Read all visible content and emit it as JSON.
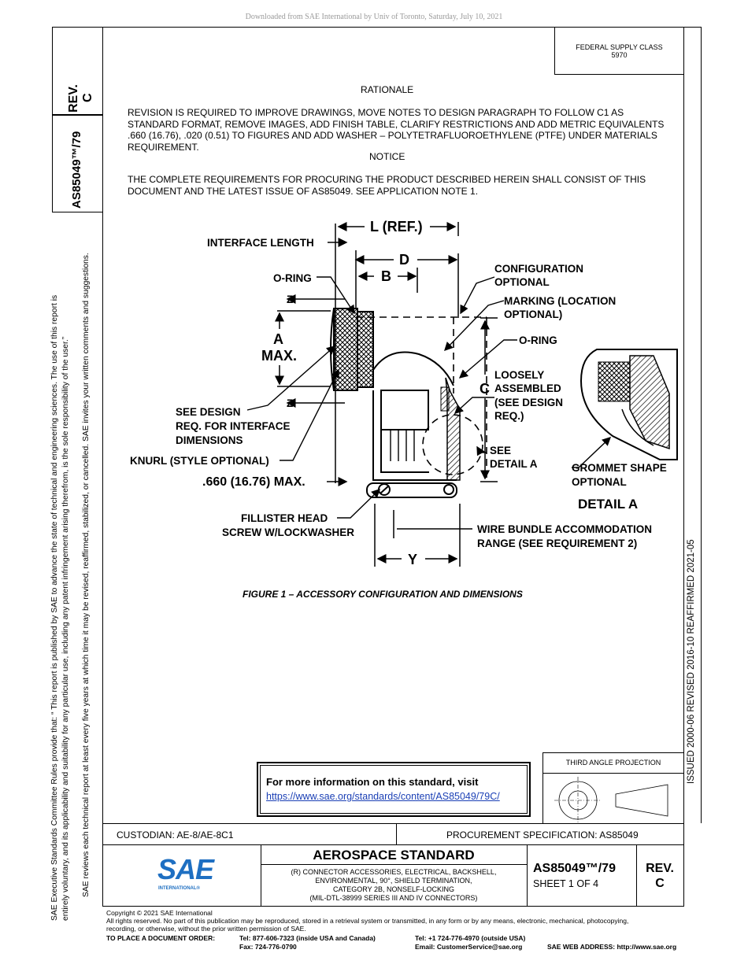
{
  "download_note": "Downloaded from SAE International by Univ of Toronto, Saturday, July 10, 2021",
  "left_block": {
    "rev_label": "REV.",
    "rev_value": "C",
    "doc_number": "AS85049™/79",
    "disclaimer_line1": "SAE Executive Standards Committee Rules provide that: “ This report is published by SAE to advance the state of technical and engineering sciences. The use of this report is",
    "disclaimer_line2": "entirely voluntary, and its applicability and suitability for any particular use, including any patent infringement arising therefrom, is the sole responsibility of the user.”",
    "disclaimer_line3": "SAE reviews each technical report at least every five years at which time it may be revised, reaffirmed, stabilized, or cancelled. SAE invites your written comments and suggestions."
  },
  "right_strip": {
    "history": "ISSUED 2000-06     REVISED 2016-10     REAFFIRMED 2021-05"
  },
  "supply_class": {
    "label": "FEDERAL SUPPLY CLASS",
    "value": "5970"
  },
  "rationale": {
    "heading": "RATIONALE",
    "text": "REVISION IS REQUIRED TO IMPROVE DRAWINGS, MOVE NOTES TO DESIGN PARAGRAPH TO FOLLOW C1 AS STANDARD FORMAT, REMOVE IMAGES, ADD FINISH TABLE, CLARIFY RESTRICTIONS AND ADD METRIC EQUIVALENTS .660 (16.76), .020 (0.51) TO FIGURES AND ADD WASHER – POLYTETRAFLUOROETHYLENE (PTFE) UNDER MATERIALS REQUIREMENT."
  },
  "notice": {
    "heading": "NOTICE",
    "text": "THE COMPLETE REQUIREMENTS FOR PROCURING THE PRODUCT DESCRIBED HEREIN SHALL CONSIST OF THIS DOCUMENT AND THE LATEST ISSUE OF AS85049. SEE APPLICATION NOTE 1."
  },
  "figure": {
    "caption": "FIGURE 1 – ACCESSORY CONFIGURATION AND DIMENSIONS",
    "labels": {
      "l_ref": "L (REF.)",
      "interface_length": "INTERFACE LENGTH",
      "d": "D",
      "b": "B",
      "o_ring_left": "O-RING",
      "z_top": "Z",
      "z_bottom": "Z",
      "a": "A",
      "a_max": "MAX.",
      "config_1": "CONFIGURATION",
      "config_2": "OPTIONAL",
      "marking_1": "MARKING (LOCATION",
      "marking_2": "OPTIONAL)",
      "o_ring_right": "O-RING",
      "c": "C",
      "loosely_1": "LOOSELY",
      "loosely_2": "ASSEMBLED",
      "loosely_3": "(SEE DESIGN",
      "loosely_4": "REQ.)",
      "see_design_1": "SEE DESIGN",
      "see_design_2": "REQ. FOR INTERFACE",
      "see_design_3": "DIMENSIONS",
      "knurl": "KNURL (STYLE OPTIONAL)",
      "max660": ".660 (16.76) MAX.",
      "see_detail_1": "SEE",
      "see_detail_2": "DETAIL A",
      "grommet_1": "GROMMET SHAPE",
      "grommet_2": "OPTIONAL",
      "detail_a": "DETAIL A",
      "fillister_1": "FILLISTER HEAD",
      "fillister_2": "SCREW W/LOCKWASHER",
      "wire_1": "WIRE BUNDLE ACCOMMODATION",
      "wire_2": "RANGE (SEE REQUIREMENT 2)",
      "y": "Y"
    }
  },
  "more_info": {
    "text": "For more information on this standard, visit",
    "link": "https://www.sae.org/standards/content/AS85049/79C/"
  },
  "projection": {
    "label": "THIRD ANGLE PROJECTION"
  },
  "title_block": {
    "custodian": "CUSTODIAN: AE-8/AE-8C1",
    "procurement": "PROCUREMENT SPECIFICATION: AS85049",
    "standard_type": "AEROSPACE STANDARD",
    "title_line1": "(R) CONNECTOR ACCESSORIES, ELECTRICAL, BACKSHELL,",
    "title_line2": "ENVIRONMENTAL, 90°, SHIELD TERMINATION,",
    "title_line3": "CATEGORY 2B, NONSELF-LOCKING",
    "title_line4": "(MIL-DTL-38999 SERIES III AND IV CONNECTORS)",
    "doc_number": "AS85049™/79",
    "sheet": "SHEET 1 OF 4",
    "rev_label": "REV.",
    "rev_value": "C",
    "logo_text": "SAE",
    "logo_sub": "INTERNATIONAL®"
  },
  "footer": {
    "copyright": "Copyright © 2021 SAE International",
    "rights": "All rights reserved. No part of this publication may be reproduced, stored in a retrieval system or transmitted, in any form or by any means, electronic, mechanical, photocopying,",
    "rights2": "recording, or otherwise, without the prior written permission of SAE.",
    "order_label": "TO PLACE A DOCUMENT ORDER:",
    "tel_usa": "Tel: 877-606-7323 (inside USA and Canada)",
    "fax": "Fax: 724-776-0790",
    "tel_outside": "Tel: +1 724-776-4970 (outside USA)",
    "email": "Email: CustomerService@sae.org",
    "web": "SAE WEB ADDRESS: http://www.sae.org"
  },
  "colors": {
    "link": "#1a3fb5",
    "logo_blue": "#1e6fc2",
    "download_note": "#9a9a9a"
  }
}
